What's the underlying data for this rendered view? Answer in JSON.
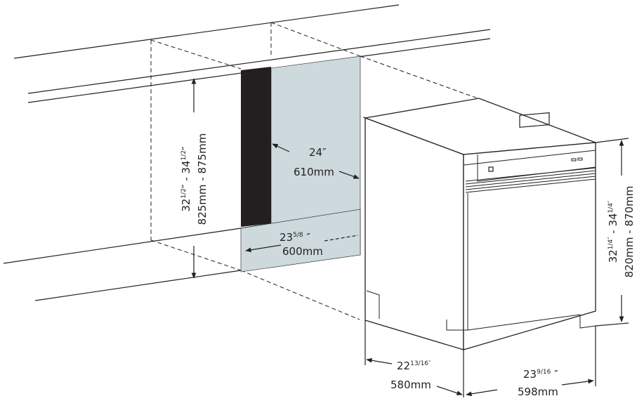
{
  "colors": {
    "line": "#231f20",
    "panel_fill": "#cdd9dc",
    "panel_dark": "#231f20",
    "background": "#ffffff"
  },
  "labels": {
    "height_cut_in_a": "32",
    "height_cut_in_a_frac": "1/2",
    "height_cut_in_sep1": "″ - 34",
    "height_cut_in_b_frac": "1/2",
    "height_cut_in_b_suffix": "″",
    "height_cut_mm": "825mm - 875mm",
    "width_cut_in": "24″",
    "width_cut_mm": "610mm",
    "panel_width_in_a": "23",
    "panel_width_in_frac": "5/8",
    "panel_width_in_suffix": " ″",
    "panel_width_mm": "600mm",
    "appliance_height_in_a": "32",
    "appliance_height_in_a_frac": "1/4″",
    "appliance_height_in_sep": " - 34",
    "appliance_height_in_b_frac": "1/4″",
    "appliance_height_mm": "820mm - 870mm",
    "depth_in_a": "22",
    "depth_in_frac": "13/16″",
    "depth_mm": "580mm",
    "appliance_width_in_a": "23",
    "appliance_width_in_frac": "9/16",
    "appliance_width_in_suffix": " ″",
    "appliance_width_mm": "598mm"
  }
}
